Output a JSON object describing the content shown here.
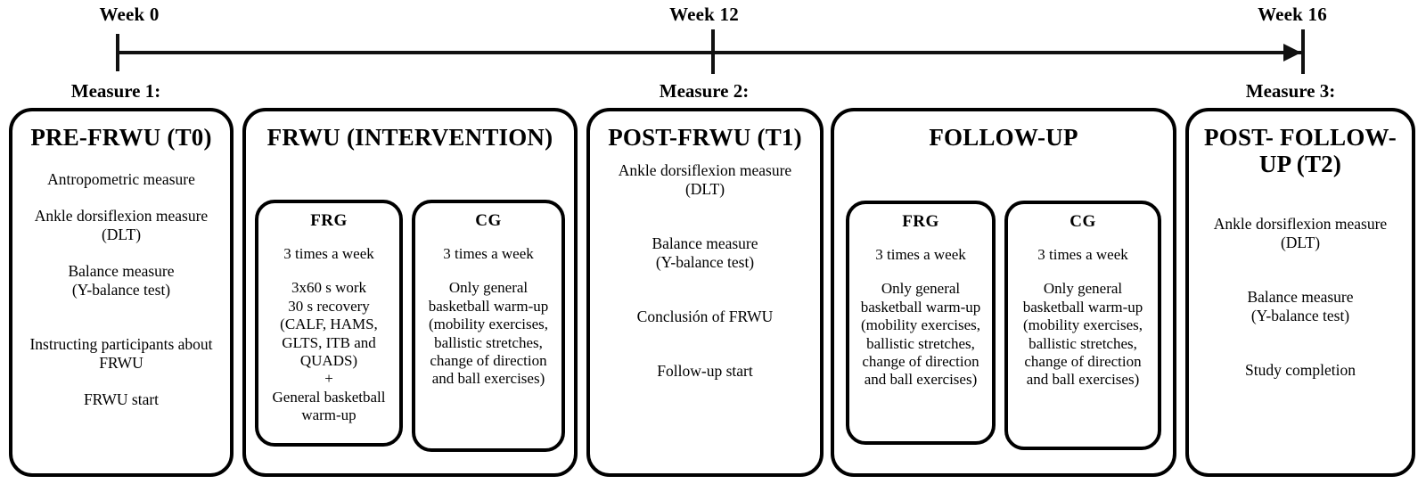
{
  "timeline": {
    "ticks": [
      {
        "label": "Week 0"
      },
      {
        "label": "Week 12"
      },
      {
        "label": "Week 16"
      }
    ],
    "measures": [
      {
        "label": "Measure 1:"
      },
      {
        "label": "Measure 2:"
      },
      {
        "label": "Measure 3:"
      }
    ],
    "arrow": "right-arrow-icon",
    "line_color": "#111111"
  },
  "stages": {
    "pre": {
      "title": "PRE-FRWU\n(T0)",
      "items": [
        "Antropometric measure",
        "Ankle dorsiflexion measure\n(DLT)",
        "Balance measure\n(Y-balance test)",
        "Instructing participants about\nFRWU",
        "FRWU start"
      ]
    },
    "frwu": {
      "title": "FRWU\n(INTERVENTION)",
      "groups": [
        {
          "name": "FRG",
          "items": [
            "3 times a week",
            "3x60 s work\n30 s recovery\n(CALF, HAMS,\nGLTS, ITB and\nQUADS)\n+\nGeneral basketball\nwarm-up"
          ]
        },
        {
          "name": "CG",
          "items": [
            "3 times a week",
            "Only general\nbasketball warm-up\n(mobility exercises,\nballistic stretches,\nchange of direction\nand ball exercises)"
          ]
        }
      ]
    },
    "post": {
      "title": "POST-FRWU\n(T1)",
      "items": [
        "Ankle dorsiflexion measure\n(DLT)",
        "Balance measure\n(Y-balance test)",
        "Conclusión of FRWU",
        "Follow-up start"
      ]
    },
    "follow": {
      "title": "FOLLOW-UP",
      "groups": [
        {
          "name": "FRG",
          "items": [
            "3 times a week",
            "Only general\nbasketball warm-up\n(mobility exercises,\nballistic stretches,\nchange of direction\nand ball exercises)"
          ]
        },
        {
          "name": "CG",
          "items": [
            "3 times a week",
            "Only general\nbasketball warm-up\n(mobility exercises,\nballistic stretches,\nchange of direction\nand ball exercises)"
          ]
        }
      ]
    },
    "post_follow": {
      "title": "POST-\nFOLLOW-UP\n(T2)",
      "items": [
        "Ankle dorsiflexion measure\n(DLT)",
        "Balance measure\n(Y-balance test)",
        "Study completion"
      ]
    }
  }
}
